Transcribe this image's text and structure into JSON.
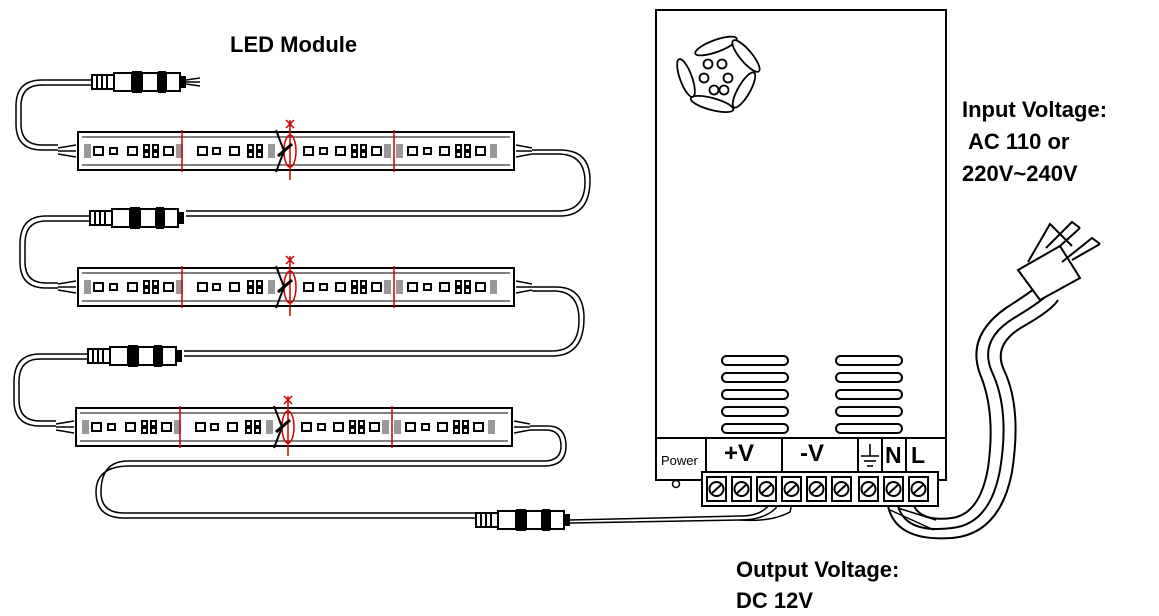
{
  "labels": {
    "led_module": "LED Module",
    "input_voltage_line1": "Input Voltage:",
    "input_voltage_line2": "AC 110 or",
    "input_voltage_line3": "220V~240V",
    "output_voltage_line1": "Output Voltage:",
    "output_voltage_line2": "DC 12V"
  },
  "power_supply": {
    "power_label": "Power",
    "terminal_pos": "+V",
    "terminal_neg": "-V",
    "terminal_n": "N",
    "terminal_l": "L"
  },
  "colors": {
    "line": "#000000",
    "led_cut_mark": "#cc0000",
    "background": "#ffffff"
  }
}
